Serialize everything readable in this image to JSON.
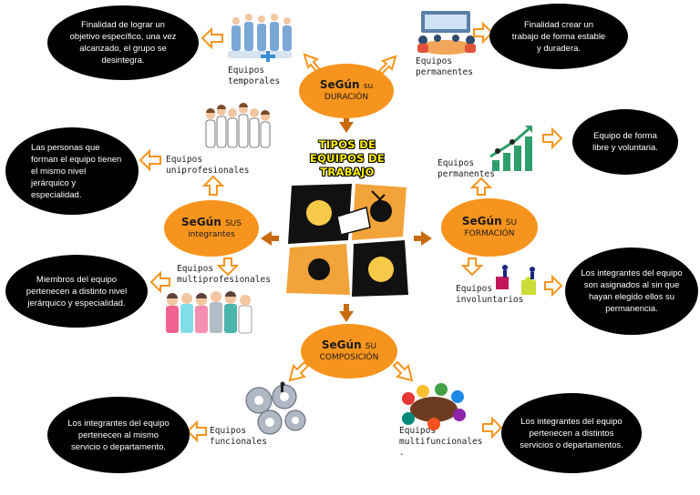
{
  "title": "TIPOS DE EQUIPOS DE TRABAJO",
  "categories": {
    "duracion": {
      "title": "SeGún",
      "su": "su",
      "sub": "DURACIÓN"
    },
    "integrantes": {
      "title": "SeGún",
      "su": "SUS",
      "sub": "integrantes"
    },
    "formacion": {
      "title": "SeGún",
      "su": "SU",
      "sub": "FORMACIÓN"
    },
    "composicion": {
      "title": "SeGún",
      "su": "SU",
      "sub": "COMPOSICIÓN"
    }
  },
  "labels": {
    "temporales": "Equipos\ntemporales",
    "permanentes_dur": "Equipos\npermanentes",
    "uniprofesionales": "Equipos\nuniprofesionales",
    "multiprofesionales": "Equipos\nmultiprofesionales",
    "permanentes_form": "Equipos\npermanentes",
    "involuntarios": "Equipos\ninvoluntarios",
    "funcionales": "Equipos\nfuncionales",
    "multifuncionales": "Equipos\nmultifuncionales\n."
  },
  "descriptions": {
    "temporales": "Finalidad de lograr un objetivo específico, una vez alcanzado, el grupo se desintegra.",
    "permanentes_dur": "Finalidad crear un trabajo de forma estable y duradera.",
    "uniprofesionales": "Las personas que forman el equipo tienen el mismo nivel jerárquico y especialidad.",
    "multiprofesionales": "Miembros del equipo pertenecen a distinto nivel jerárquico y especialidad.",
    "permanentes_form": "Equipo de forma libre y voluntaria.",
    "involuntarios": "Los integrantes del equipo son asignados al sin que hayan elegido ellos su permanencia.",
    "funcionales": "Los integrantes del equipo pertenecen al mismo servicio o departamento.",
    "multifuncionales": "Los integrantes del equipo pertenecen a distintos servicios o departamentos."
  },
  "colors": {
    "orange": "#f7941d",
    "black": "#000000",
    "yellow": "#fff000",
    "arrow": "#f7941d"
  }
}
